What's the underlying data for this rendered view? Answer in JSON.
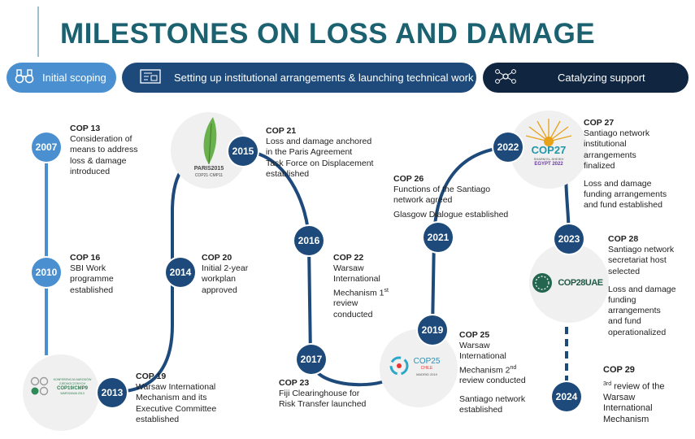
{
  "title": "MILESTONES ON LOSS AND DAMAGE",
  "phases": [
    {
      "label": "Initial scoping",
      "icon": "binoculars-icon"
    },
    {
      "label": "Setting up institutional arrangements & launching technical work",
      "icon": "blueprint-icon"
    },
    {
      "label": "Catalyzing support",
      "icon": "network-icon"
    }
  ],
  "colors": {
    "title": "#1b6170",
    "phase1": "#4a90d0",
    "phase2": "#1d4a7a",
    "phase3": "#0f2540",
    "year_node": "#1d4a7a"
  },
  "years": [
    "2007",
    "2010",
    "2013",
    "2014",
    "2015",
    "2016",
    "2017",
    "2019",
    "2021",
    "2022",
    "2023",
    "2024"
  ],
  "events": [
    {
      "cop": "COP 13",
      "text": "Consideration of\nmeans to address\nloss & damage\nintroduced"
    },
    {
      "cop": "COP 16",
      "text": "SBI Work\nprogramme\nestablished"
    },
    {
      "cop": "COP 19",
      "text": "Warsaw International\nMechanism and its\nExecutive Committee\nestablished"
    },
    {
      "cop": "COP 20",
      "text": "Initial 2-year\nworkplan\napproved"
    },
    {
      "cop": "COP 21",
      "text": "Loss and damage anchored\nin the Paris Agreement\nTask Force on Displacement\nestablished"
    },
    {
      "cop": "COP 22",
      "text": "Warsaw\nInternational\nMechanism 1",
      "sup": "st",
      "text_after": "\nreview\nconducted"
    },
    {
      "cop": "COP 23",
      "text": "Fiji Clearinghouse for\nRisk Transfer launched"
    },
    {
      "cop": "COP 25",
      "text": "Warsaw\nInternational\nMechanism 2",
      "sup": "nd",
      "text_after": "\nreview conducted",
      "text2": "Santiago network\nestablished"
    },
    {
      "cop": "COP 26",
      "text": "Functions of the Santiago\nnetwork agreed",
      "text2": "Glasgow Dialogue established"
    },
    {
      "cop": "COP 27",
      "text": "Santiago network\ninstitutional\narrangements\nfinalized",
      "text2": "Loss and damage\nfunding arrangements\nand fund established"
    },
    {
      "cop": "COP 28",
      "text": "Santiago network\nsecretariat host\nselected",
      "text2": "Loss and damage\nfunding\narrangements\nand fund\noperationalized"
    },
    {
      "cop": "COP 29",
      "sup": "3rd",
      "text_after": " review of the\nWarsaw\nInternational\nMechanism"
    }
  ],
  "logos": {
    "cop19": [
      "KONFERENCJA NARODÓW",
      "ZJEDNOCZONYCH",
      "COP19/CMP9",
      "WARSZAWA 2013"
    ],
    "paris": [
      "PARIS2015",
      "COP21·CMP11"
    ],
    "cop25": [
      "COP25",
      "CHILE",
      "MADRID 2019"
    ],
    "cop27": [
      "COP27",
      "SHARM EL-SHEIKH",
      "EGYPT 2022"
    ],
    "cop28": [
      "COP28UAE"
    ]
  }
}
